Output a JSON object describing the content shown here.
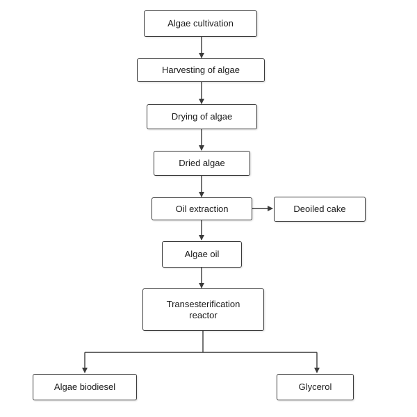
{
  "diagram": {
    "nodes": {
      "cultivation": "Algae cultivation",
      "harvesting": "Harvesting of algae",
      "drying": "Drying of algae",
      "dried": "Dried algae",
      "extraction": "Oil extraction",
      "deoiled": "Deoiled cake",
      "oil": "Algae oil",
      "reactor_line1": "Transesterification",
      "reactor_line2": "reactor",
      "biodiesel": "Algae biodiesel",
      "glycerol": "Glycerol"
    },
    "colors": {
      "line": "#3a3a3a",
      "border": "#3a3a3a",
      "background": "#ffffff"
    }
  }
}
